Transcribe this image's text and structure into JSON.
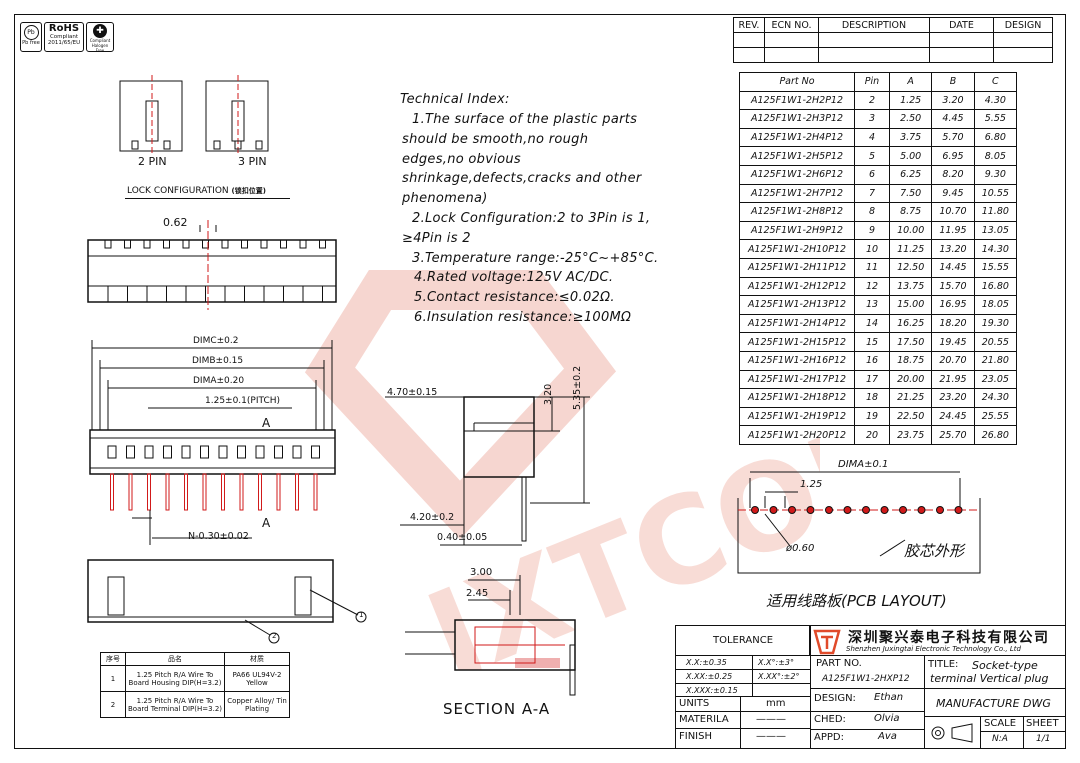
{
  "logos": {
    "rohs_title": "RoHS",
    "rohs_sub1": "Compliant",
    "rohs_sub2": "2011/65/EU",
    "pb_label": "Pb free",
    "hf_label": "Compliant Halogen Free"
  },
  "lock": {
    "pin2": "2 PIN",
    "pin3": "3 PIN",
    "title": "LOCK CONFIGURATION",
    "title_cn": "(锁扣位置)"
  },
  "tech": {
    "heading": "Technical Index:",
    "lines": [
      "1.The surface of the plastic parts",
      "should be smooth,no rough",
      "edges,no obvious",
      "shrinkage,defects,cracks and other",
      "phenomena)",
      "2.Lock Configuration:2 to 3Pin is 1,",
      "≥4Pin is 2",
      "3.Temperature range:-25°C~+85°C.",
      "4.Rated voltage:125V AC/DC.",
      "5.Contact resistance:≤0.02Ω.",
      "6.Insulation resistance:≥100MΩ"
    ]
  },
  "dims": {
    "pitch_top": "0.62",
    "dimc": "DIMC±0.2",
    "dimb": "DIMB±0.15",
    "dima": "DIMA±0.20",
    "pitch": "1.25±0.1(PITCH)",
    "n_dim": "N-0.30±0.02",
    "sec_a1": "A",
    "sec_a2": "A",
    "w470": "4.70±0.15",
    "h320": "3.20",
    "h535": "5.35±0.2",
    "w420": "4.20±0.2",
    "w040": "0.40±0.05",
    "s300": "3.00",
    "s245": "2.45",
    "section": "SECTION A-A",
    "pcb_dima": "DIMA±0.1",
    "pcb_pitch": "1.25",
    "pcb_hole": "ø0.60",
    "pcb_outline": "胶芯外形",
    "pcb_layout": "适用线路板(PCB LAYOUT)",
    "callout1": "1",
    "callout2": "2"
  },
  "revision": {
    "headers": [
      "REV.",
      "ECN NO.",
      "DESCRIPTION",
      "DATE",
      "DESIGN"
    ]
  },
  "parts": {
    "headers": [
      "Part No",
      "Pin",
      "A",
      "B",
      "C"
    ],
    "rows": [
      [
        "A125F1W1-2H2P12",
        "2",
        "1.25",
        "3.20",
        "4.30"
      ],
      [
        "A125F1W1-2H3P12",
        "3",
        "2.50",
        "4.45",
        "5.55"
      ],
      [
        "A125F1W1-2H4P12",
        "4",
        "3.75",
        "5.70",
        "6.80"
      ],
      [
        "A125F1W1-2H5P12",
        "5",
        "5.00",
        "6.95",
        "8.05"
      ],
      [
        "A125F1W1-2H6P12",
        "6",
        "6.25",
        "8.20",
        "9.30"
      ],
      [
        "A125F1W1-2H7P12",
        "7",
        "7.50",
        "9.45",
        "10.55"
      ],
      [
        "A125F1W1-2H8P12",
        "8",
        "8.75",
        "10.70",
        "11.80"
      ],
      [
        "A125F1W1-2H9P12",
        "9",
        "10.00",
        "11.95",
        "13.05"
      ],
      [
        "A125F1W1-2H10P12",
        "10",
        "11.25",
        "13.20",
        "14.30"
      ],
      [
        "A125F1W1-2H11P12",
        "11",
        "12.50",
        "14.45",
        "15.55"
      ],
      [
        "A125F1W1-2H12P12",
        "12",
        "13.75",
        "15.70",
        "16.80"
      ],
      [
        "A125F1W1-2H13P12",
        "13",
        "15.00",
        "16.95",
        "18.05"
      ],
      [
        "A125F1W1-2H14P12",
        "14",
        "16.25",
        "18.20",
        "19.30"
      ],
      [
        "A125F1W1-2H15P12",
        "15",
        "17.50",
        "19.45",
        "20.55"
      ],
      [
        "A125F1W1-2H16P12",
        "16",
        "18.75",
        "20.70",
        "21.80"
      ],
      [
        "A125F1W1-2H17P12",
        "17",
        "20.00",
        "21.95",
        "23.05"
      ],
      [
        "A125F1W1-2H18P12",
        "18",
        "21.25",
        "23.20",
        "24.30"
      ],
      [
        "A125F1W1-2H19P12",
        "19",
        "22.50",
        "24.45",
        "25.55"
      ],
      [
        "A125F1W1-2H20P12",
        "20",
        "23.75",
        "25.70",
        "26.80"
      ]
    ]
  },
  "materials": {
    "headers": [
      "序号",
      "品名",
      "材质"
    ],
    "rows": [
      [
        "1",
        "1.25 Pitch R/A Wire To Board Housing DIP(H=3.2)",
        "PA66 UL94V-2 Yellow"
      ],
      [
        "2",
        "1.25 Pitch R/A Wire To Board Terminal DIP(H=3.2)",
        "Copper Alloy/ Tin Plating"
      ]
    ]
  },
  "titleblock": {
    "tolerance": "TOLERANCE",
    "tol_x": "X.X:±0.35",
    "tol_xx": "X.XX:±0.25",
    "tol_xxx": "X.XXX:±0.15",
    "tol_a1": "X.X°:±3°",
    "tol_a2": "X.XX°:±2°",
    "units_label": "UNITS",
    "units_value": "mm",
    "materila_label": "MATERILA",
    "materila_value": "———",
    "finish_label": "FINISH",
    "finish_value": "———",
    "company_cn": "深圳聚兴泰电子科技有限公司",
    "company_en": "Shenzhen Juxingtai Electronic Technology Co., Ltd",
    "part_no_label": "PART NO.",
    "part_no_value": "A125F1W1-2HXP12",
    "title_label": "TITLE:",
    "title_line1": "Socket-type",
    "title_line2": "terminal Vertical plug",
    "design_label": "DESIGN:",
    "design_value": "Ethan",
    "ched_label": "CHED:",
    "ched_value": "Olvia",
    "appd_label": "APPD:",
    "appd_value": "Ava",
    "manufacture": "MANUFACTURE DWG",
    "scale_label": "SCALE",
    "scale_value": "N:A",
    "sheet_label": "SHEET",
    "sheet_value": "1/1"
  },
  "colors": {
    "line": "#111111",
    "red": "#d11a1a",
    "brand": "#e04a2a",
    "watermark": "#f3c9c2"
  }
}
